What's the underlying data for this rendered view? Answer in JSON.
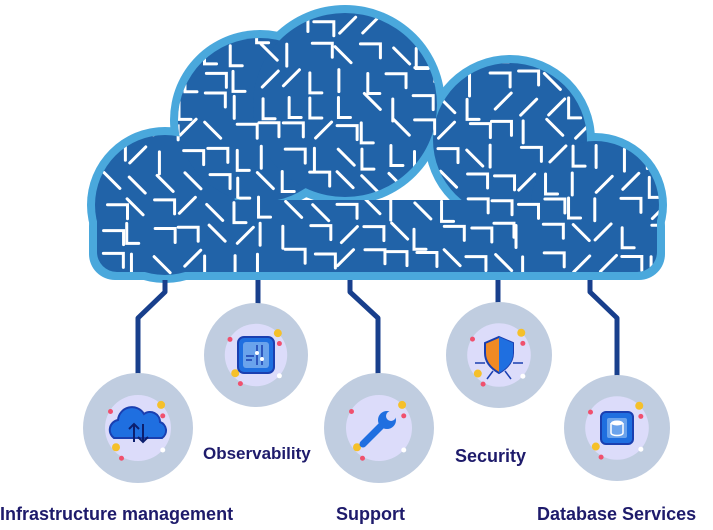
{
  "colors": {
    "cloud_border": "#4aa8dc",
    "cloud_fill": "#2163a8",
    "connector": "#183f8c",
    "node_outer": "#c0cde0",
    "node_inner": "#dcdcfa",
    "icon_blue": "#1f6fe0",
    "label": "#1e1b6b"
  },
  "services": [
    {
      "label": "Infrastructure management",
      "icon": "cloud-sync-icon"
    },
    {
      "label": "Observability",
      "icon": "dashboard-panel-icon"
    },
    {
      "label": "Support",
      "icon": "wrench-icon"
    },
    {
      "label": "Security",
      "icon": "shield-icon"
    },
    {
      "label": "Database Services",
      "icon": "database-icon"
    }
  ]
}
